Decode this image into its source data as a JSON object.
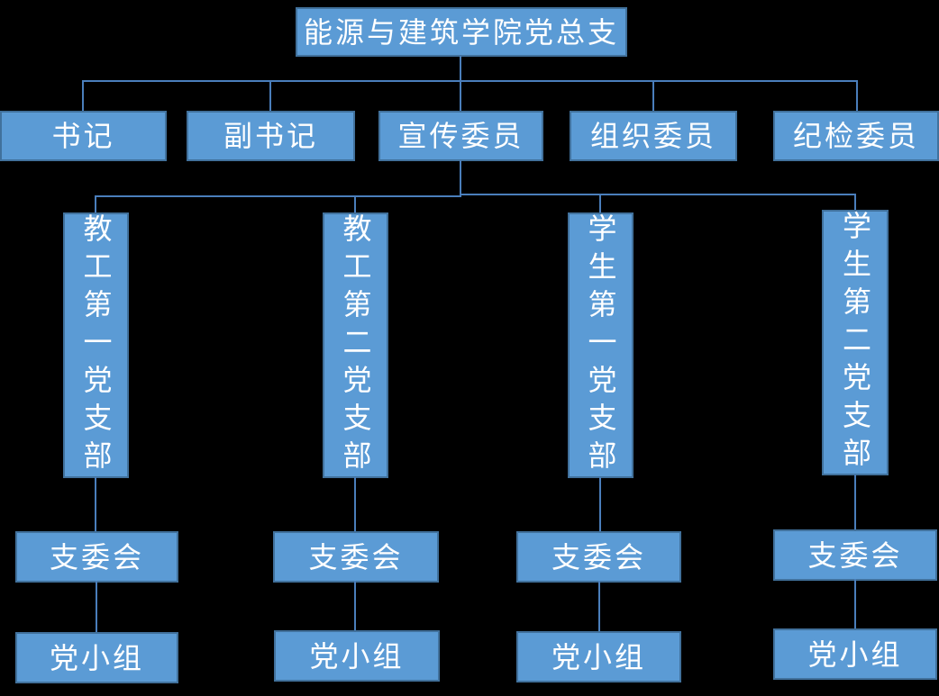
{
  "org_chart": {
    "root": "能源与建筑学院党总支",
    "officers": [
      "书记",
      "副书记",
      "宣传委员",
      "组织委员",
      "纪检委员"
    ],
    "branches": [
      "教工第一党支部",
      "教工第二党支部",
      "学生第一党支部",
      "学生第二党支部"
    ],
    "committees": [
      "支委会",
      "支委会",
      "支委会",
      "支委会"
    ],
    "groups": [
      "党小组",
      "党小组",
      "党小组",
      "党小组"
    ]
  },
  "colors": {
    "background": "#000000",
    "box_fill": "#5B9BD5",
    "box_border": "#41719C",
    "connector_line": "#4A7EBB",
    "text": "#FFFFFF"
  }
}
